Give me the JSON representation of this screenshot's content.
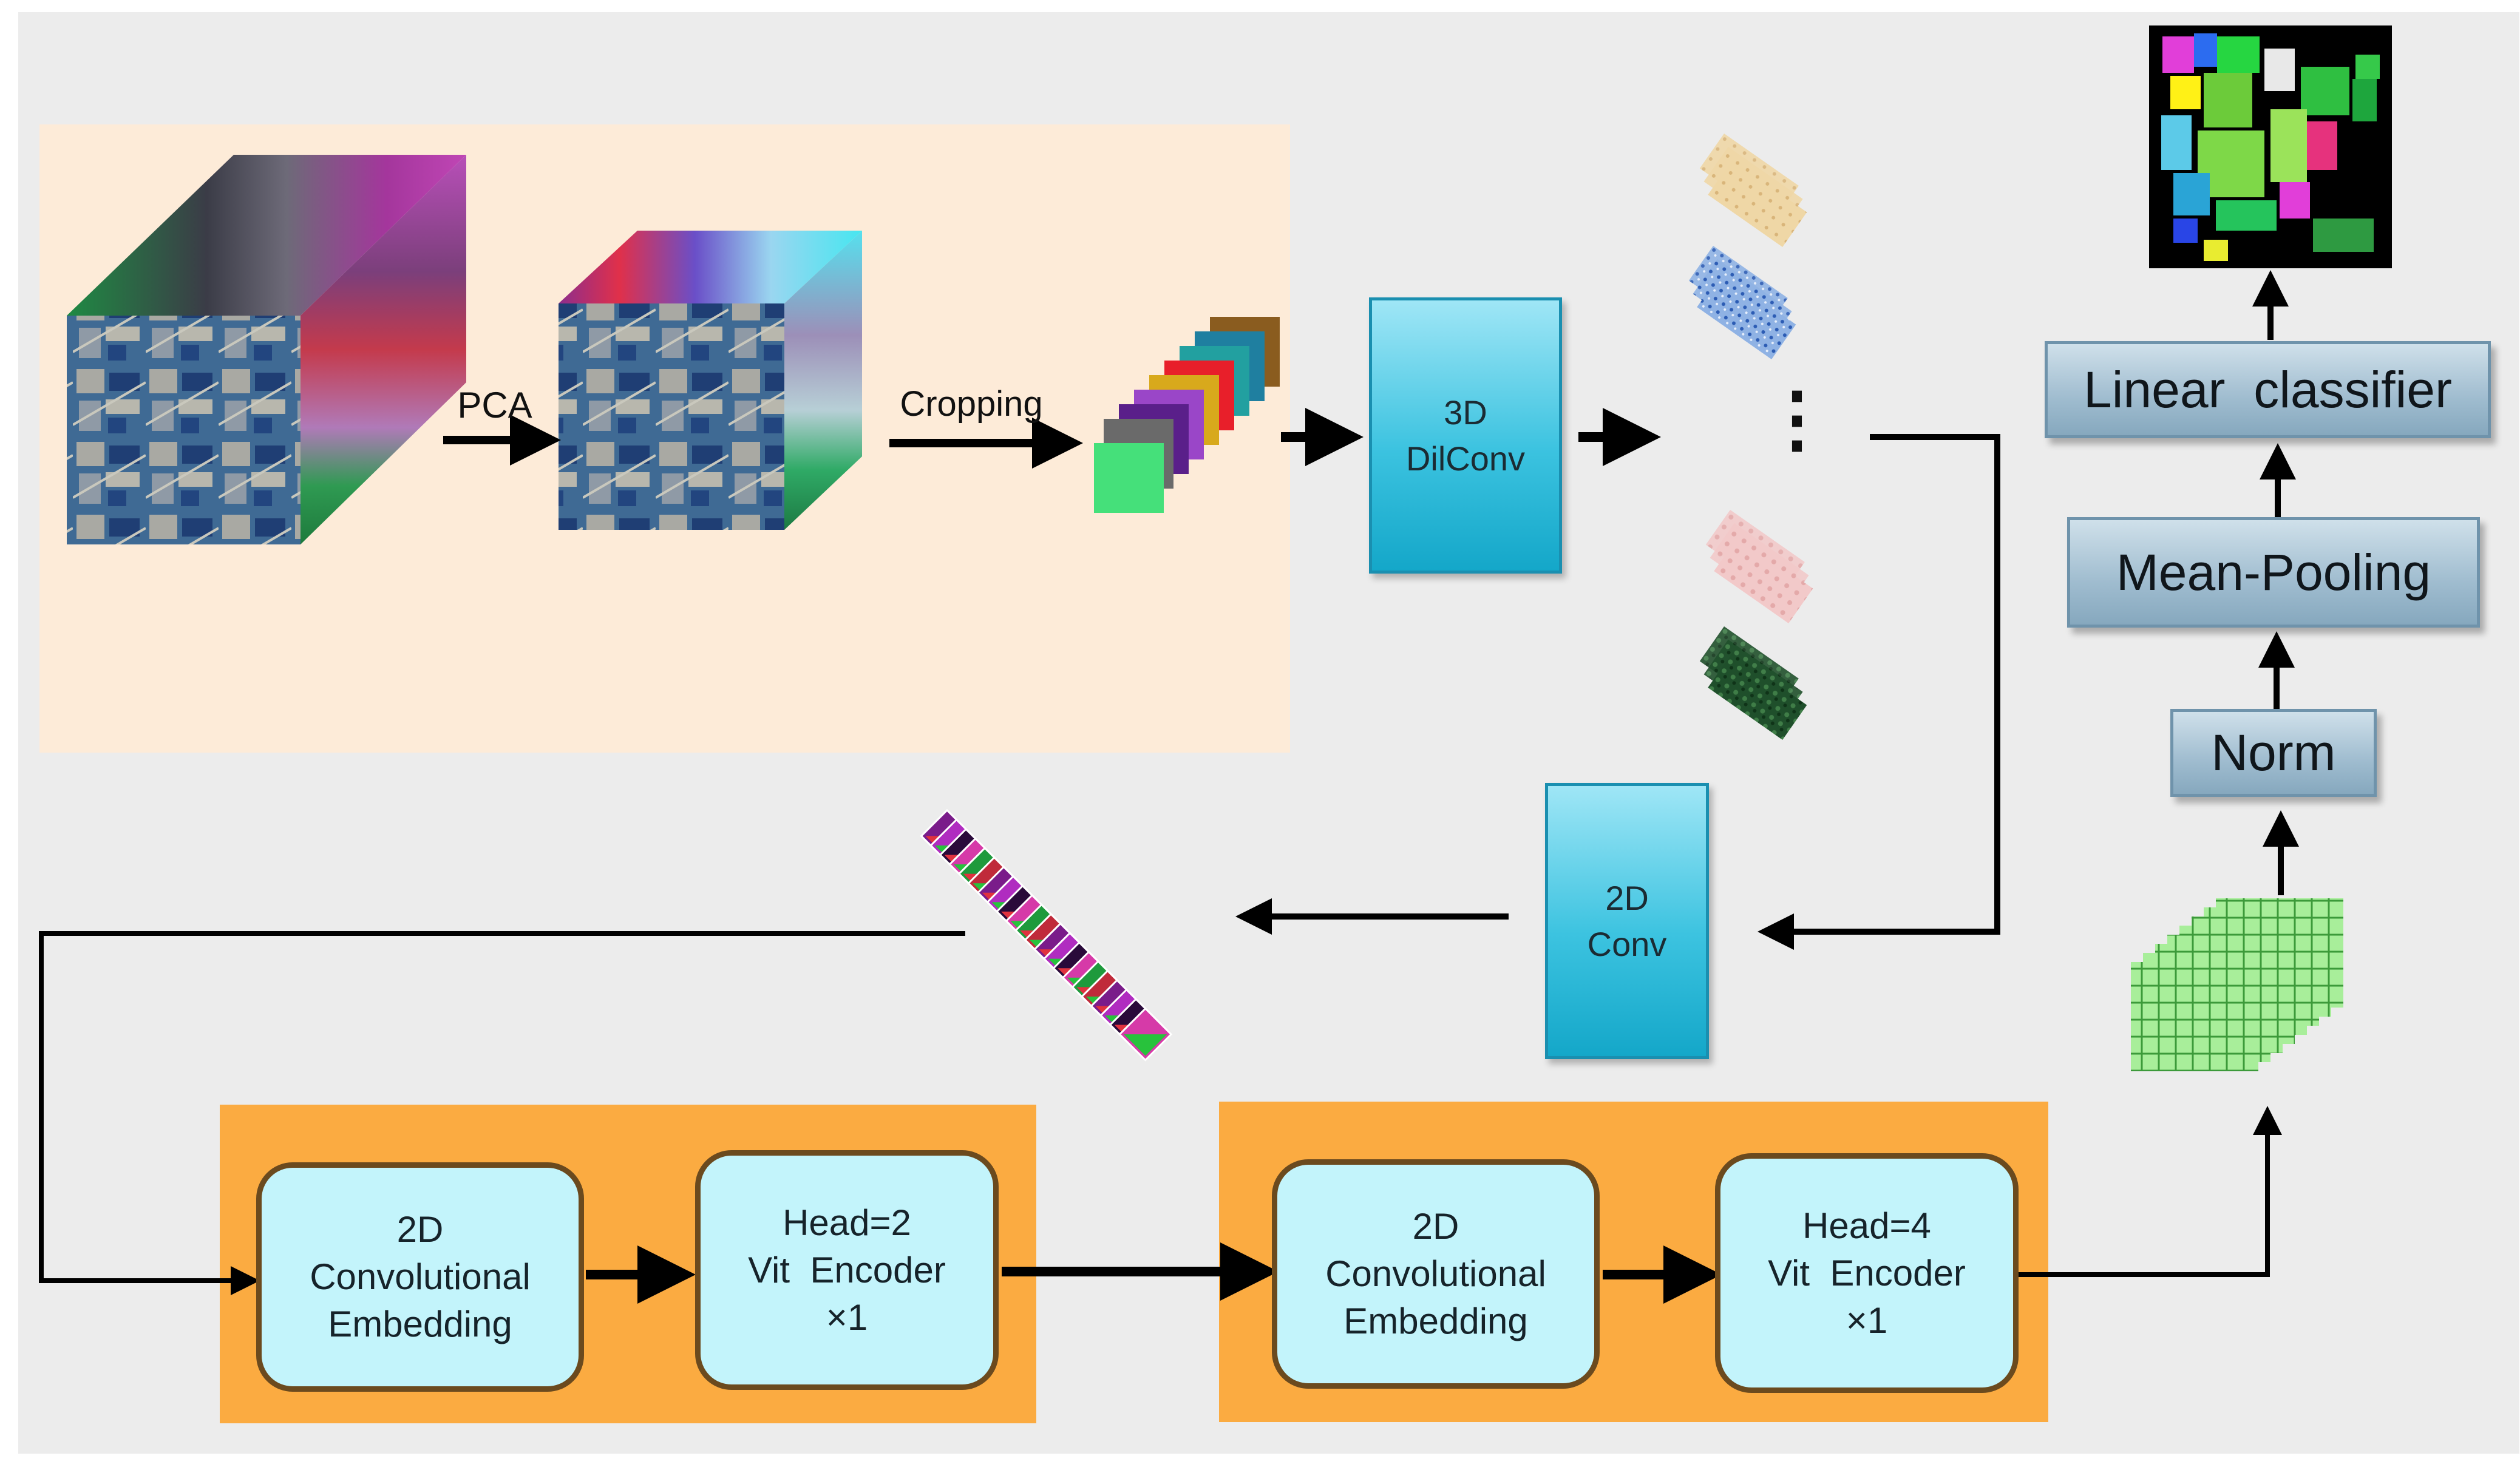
{
  "labels": {
    "pca": "PCA",
    "cropping": "Cropping",
    "dilconv_line1": "3D",
    "dilconv_line2": "DilConv",
    "conv2d_line1": "2D",
    "conv2d_line2": "Conv",
    "linear_classifier": "Linear  classifier",
    "mean_pooling": "Mean-Pooling",
    "norm": "Norm",
    "ellipsis": "⋮"
  },
  "stage1": {
    "embed_line1": "2D",
    "embed_line2": "Convolutional",
    "embed_line3": "Embedding",
    "encoder_line1": "Head=2",
    "encoder_line2": "Vit  Encoder",
    "encoder_line3": "×1"
  },
  "stage2": {
    "embed_line1": "2D",
    "embed_line2": "Convolutional",
    "embed_line3": "Embedding",
    "encoder_line1": "Head=4",
    "encoder_line2": "Vit  Encoder",
    "encoder_line3": "×1"
  },
  "colors": {
    "background": "#ececec",
    "input_panel": "#fdebd8",
    "encoder_panel": "#fbab41",
    "conv_box": "#3cc3e0",
    "head_box": "#9fbccf",
    "encoder_box": "#c3f4fb",
    "arrow": "#000000"
  },
  "icons": {
    "hsi_cube": "hyperspectral-cube-icon",
    "pca_cube": "reduced-cube-icon",
    "patch_stack": "patch-stack-icon",
    "feature_maps": "feature-map-stack-icon",
    "token_sequence": "token-sequence-icon",
    "grid_stack": "grid-feature-stack-icon",
    "classification_map": "classification-map-icon"
  }
}
